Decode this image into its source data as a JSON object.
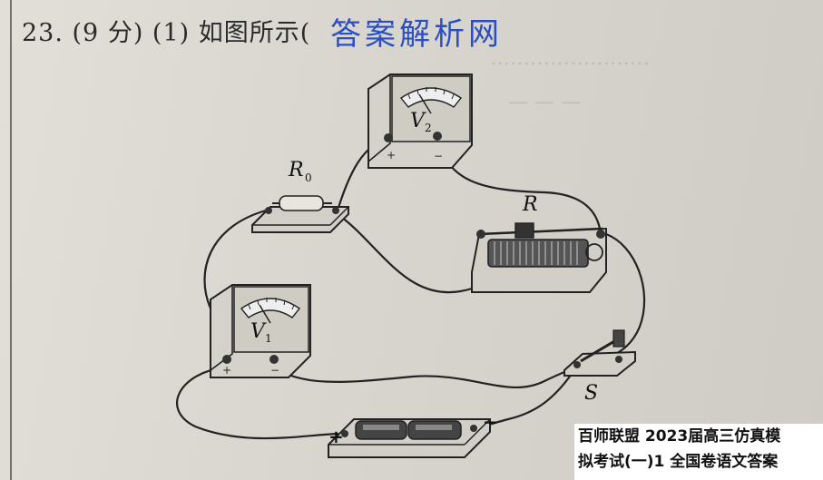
{
  "question": {
    "number": "23.",
    "text": "23. (9 分) (1) 如图所示("
  },
  "watermark": {
    "text": "答案解析网",
    "color": "#2a4fc4"
  },
  "diagram": {
    "voltmeter_top_label": "V",
    "voltmeter_top_sub": "2",
    "voltmeter_bottom_label": "V",
    "voltmeter_bottom_sub": "1",
    "resistor_fixed_label": "R",
    "resistor_fixed_sub": "0",
    "rheostat_label": "R",
    "switch_label": "S",
    "battery_plus": "+",
    "battery_minus": "−",
    "meter_plus": "+",
    "meter_minus": "−"
  },
  "footer": {
    "line1": "百师联盟 2023届高三仿真模",
    "line2": "拟考试(一)1 全国卷语文答案"
  }
}
